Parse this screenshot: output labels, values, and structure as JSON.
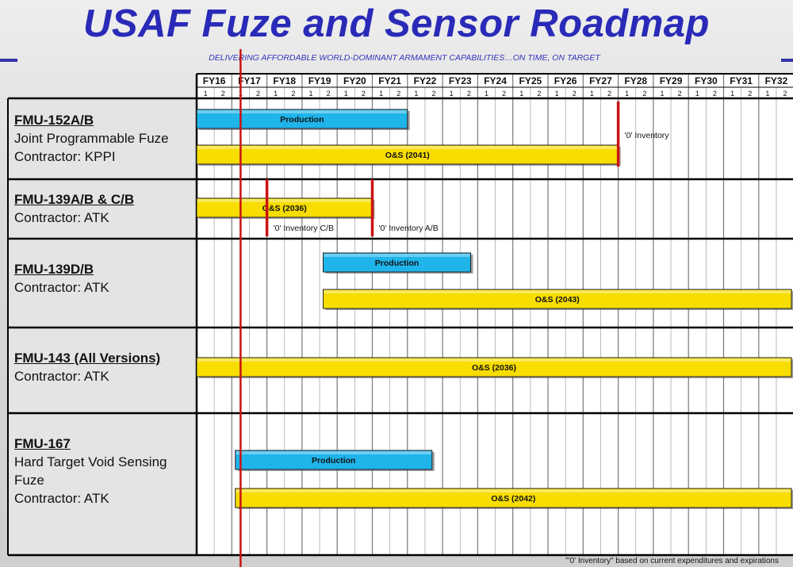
{
  "header": {
    "title": "USAF Fuze and Sensor Roadmap",
    "subtitle": "DELIVERING AFFORDABLE WORLD-DOMINANT ARMAMENT CAPABILITIES…ON TIME, ON TARGET"
  },
  "footnote": "\"'0' Inventory\" based on current expenditures and expirations",
  "colors": {
    "production": "#1fb4ea",
    "os": "#f7dd00",
    "marker": "#cc1111",
    "title": "#2a2ab8"
  },
  "chart_data": {
    "type": "gantt",
    "years": [
      "FY16",
      "FY17",
      "FY18",
      "FY19",
      "FY20",
      "FY21",
      "FY22",
      "FY23",
      "FY24",
      "FY25",
      "FY26",
      "FY27",
      "FY28",
      "FY29",
      "FY30",
      "FY31",
      "FY32"
    ],
    "halves": [
      "1",
      "2"
    ],
    "current_marker": 1.25,
    "rows": [
      {
        "name": "FMU-152A/B",
        "lines": [
          "Joint Programmable Fuze",
          "Contractor: KPPI"
        ],
        "bars": [
          {
            "label": "Production",
            "kind": "production",
            "start": 0,
            "end": 6
          },
          {
            "label": "O&S (2041)",
            "kind": "os",
            "start": 0,
            "end": 12
          }
        ],
        "markers": [
          {
            "label": "'0' Inventory",
            "at": 12
          }
        ]
      },
      {
        "name": "FMU-139A/B & C/B",
        "lines": [
          "Contractor: ATK"
        ],
        "bars": [
          {
            "label": "O&S (2036)",
            "kind": "os",
            "start": 0,
            "end": 5
          }
        ],
        "markers": [
          {
            "label": "'0' Inventory C/B",
            "at": 2
          },
          {
            "label": "'0' Inventory A/B",
            "at": 5
          }
        ]
      },
      {
        "name": "FMU-139D/B",
        "lines": [
          "Contractor: ATK"
        ],
        "bars": [
          {
            "label": "Production",
            "kind": "production",
            "start": 3.6,
            "end": 7.8
          },
          {
            "label": "O&S (2043)",
            "kind": "os",
            "start": 3.6,
            "end": 17
          }
        ],
        "markers": []
      },
      {
        "name": "FMU-143 (All Versions)",
        "lines": [
          "Contractor: ATK"
        ],
        "bars": [
          {
            "label": "O&S (2036)",
            "kind": "os",
            "start": 0,
            "end": 17
          }
        ],
        "markers": []
      },
      {
        "name": "FMU-167",
        "lines": [
          "Hard Target Void Sensing",
          "Fuze",
          "Contractor: ATK"
        ],
        "bars": [
          {
            "label": "Production",
            "kind": "production",
            "start": 1.1,
            "end": 6.7
          },
          {
            "label": "O&S (2042)",
            "kind": "os",
            "start": 1.1,
            "end": 17
          }
        ],
        "markers": []
      }
    ]
  }
}
